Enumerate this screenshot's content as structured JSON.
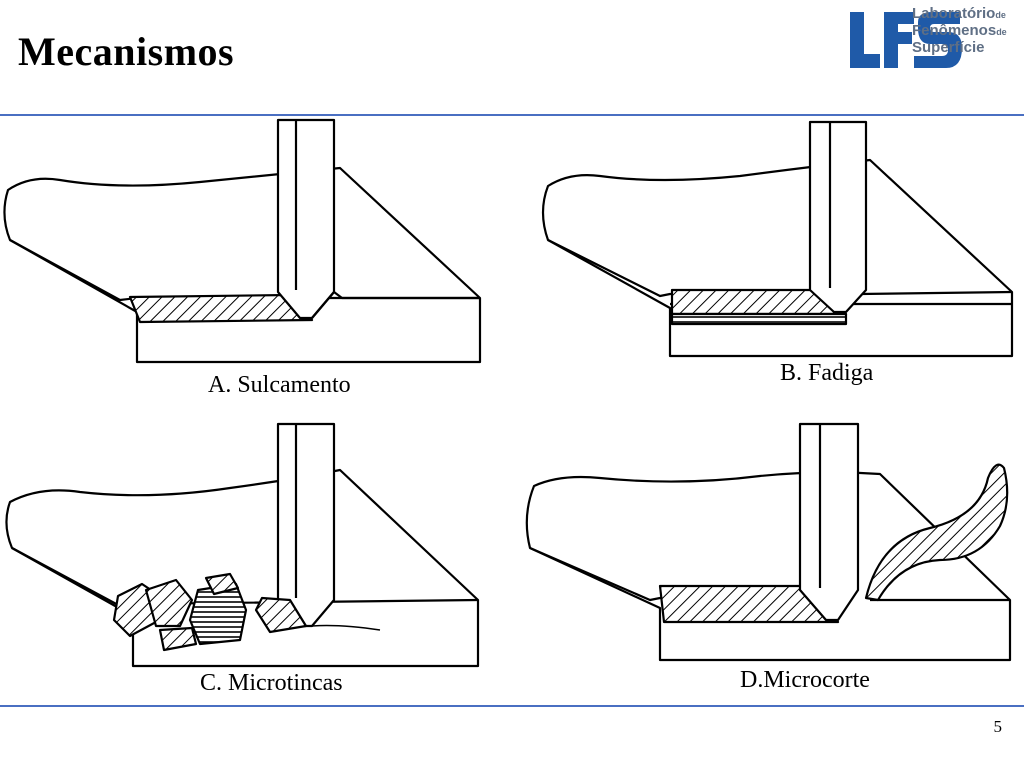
{
  "slide": {
    "title": "Mecanismos",
    "page_number": "5"
  },
  "logo": {
    "mark": "LFS",
    "line1": "Laboratório",
    "line1_suffix": "de",
    "line2": "Fenômenos",
    "line2_suffix": "de",
    "line3": "Superfície",
    "color": "#1f5aa8"
  },
  "panels": [
    {
      "caption": "A. Sulcamento"
    },
    {
      "caption": "B. Fadiga"
    },
    {
      "caption": "C. Microtincas"
    },
    {
      "caption": "D.Microcorte"
    }
  ],
  "colors": {
    "rule": "#4a6fc2",
    "logo_blue": "#1f5aa8",
    "logo_text": "#5f6f85"
  }
}
